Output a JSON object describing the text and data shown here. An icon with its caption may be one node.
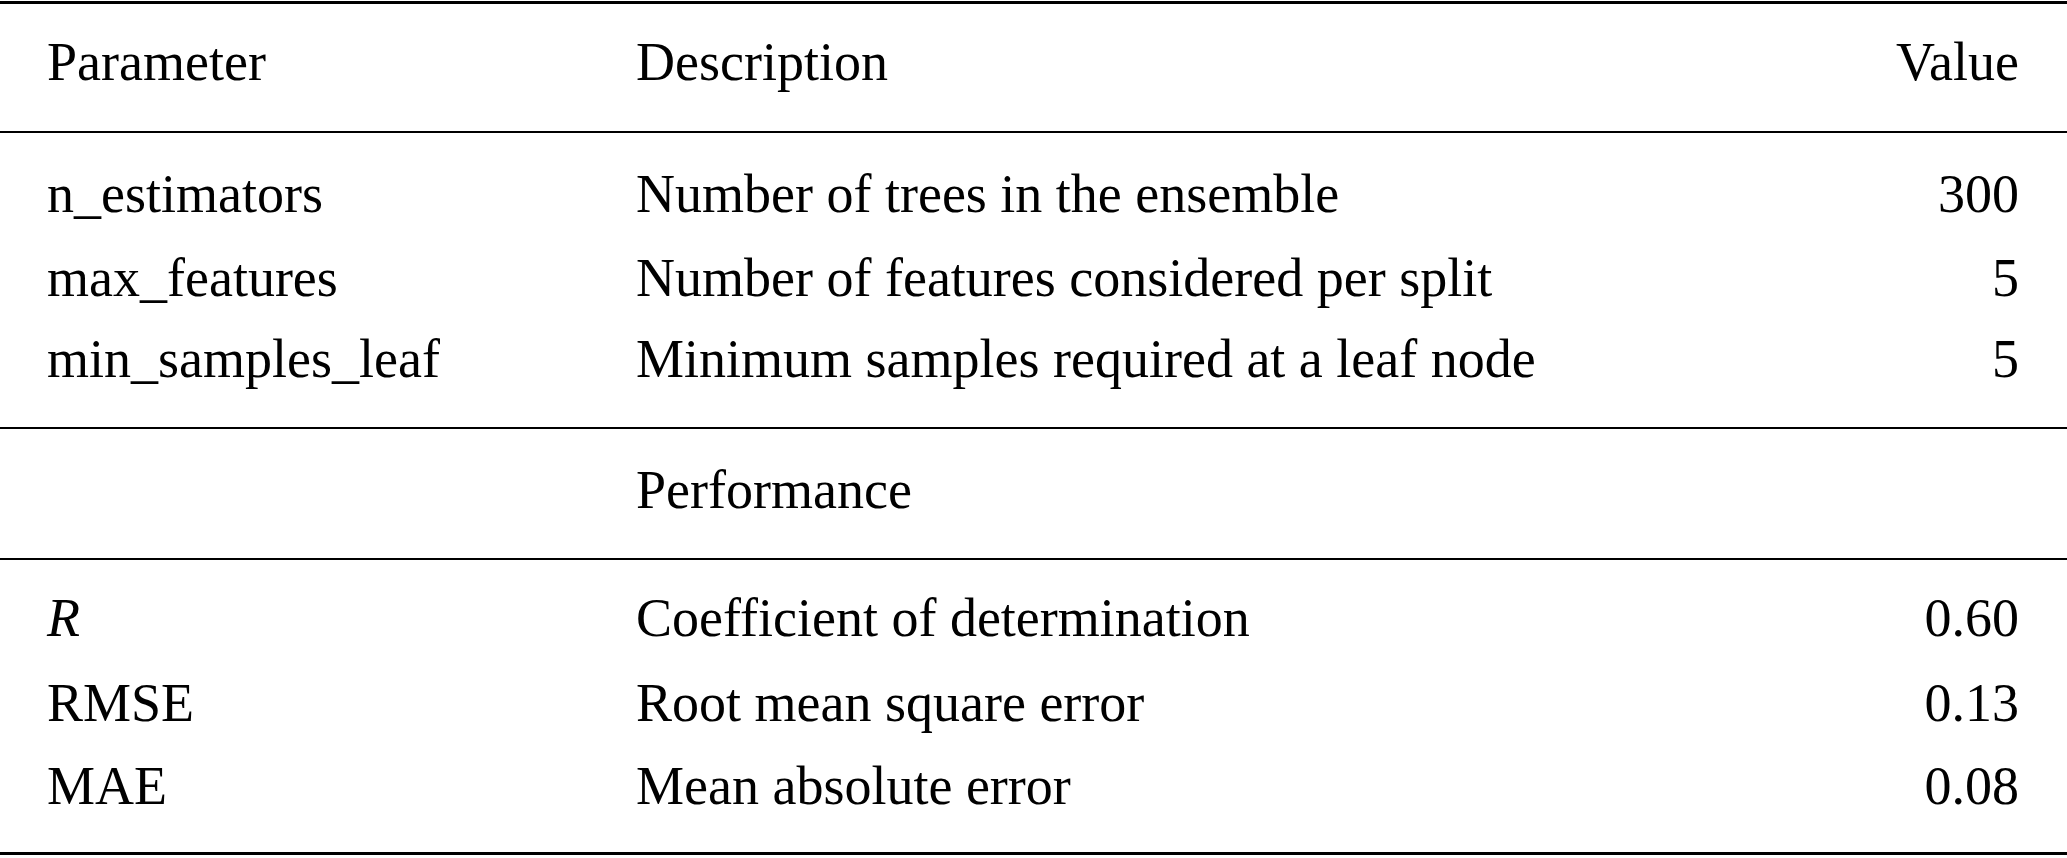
{
  "diagram": {
    "labels": [
      "Parameter",
      "Description",
      "Value",
      "n_estimators",
      "Number of trees in the ensemble",
      "300",
      "max_features",
      "Number of features considered per split",
      "5",
      "min_samples_leaf",
      "Minimum samples required at a leaf node",
      "5",
      "Performance",
      "R",
      "Coefficient of determination",
      "0.60",
      "RMSE",
      "Root mean square error",
      "0.13",
      "MAE",
      "Mean absolute error",
      "0.08"
    ]
  }
}
